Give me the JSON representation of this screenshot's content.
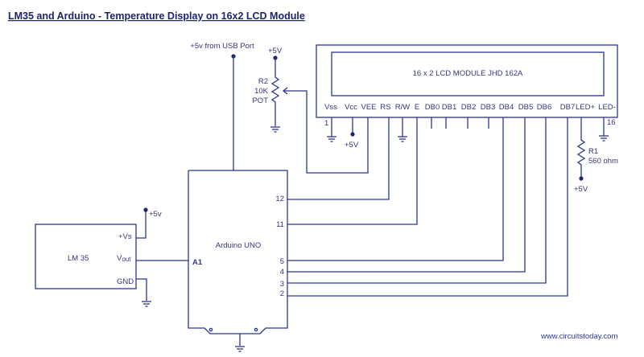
{
  "title": "LM35 and Arduino - Temperature Display on 16x2 LCD Module",
  "lcd": {
    "label": "16 x 2 LCD MODULE  JHD  162A",
    "pins": [
      "Vss",
      "Vcc",
      "VEE",
      "RS",
      "R/W",
      "E",
      "DB0",
      "DB1",
      "DB2",
      "DB3",
      "DB4",
      "DB5",
      "DB6",
      "DB7",
      "LED+",
      "LED-"
    ],
    "pin_first": "1",
    "pin_last": "16",
    "vcc_supply": "+5V",
    "led_supply": "+5V"
  },
  "r1": {
    "name": "R1",
    "value": "560 ohm"
  },
  "pot": {
    "supply": "+5V",
    "name": "R2",
    "value": "10K",
    "type": "POT"
  },
  "usb": {
    "label": "+5v from USB Port"
  },
  "arduino": {
    "label": "Arduino UNO",
    "analog_pin": "A1",
    "pins": [
      "12",
      "11",
      "5",
      "4",
      "3",
      "2"
    ]
  },
  "lm35": {
    "label": "LM 35",
    "supply": "+5v",
    "pin_vs": "+Vs",
    "pin_vout_main": "V",
    "pin_vout_sub": "out",
    "pin_gnd": "GND"
  },
  "footer": {
    "website": "www.circuitstoday.com"
  },
  "colors": {
    "wire": "#2b3590",
    "text": "#35357f",
    "title": "#1d2470"
  }
}
